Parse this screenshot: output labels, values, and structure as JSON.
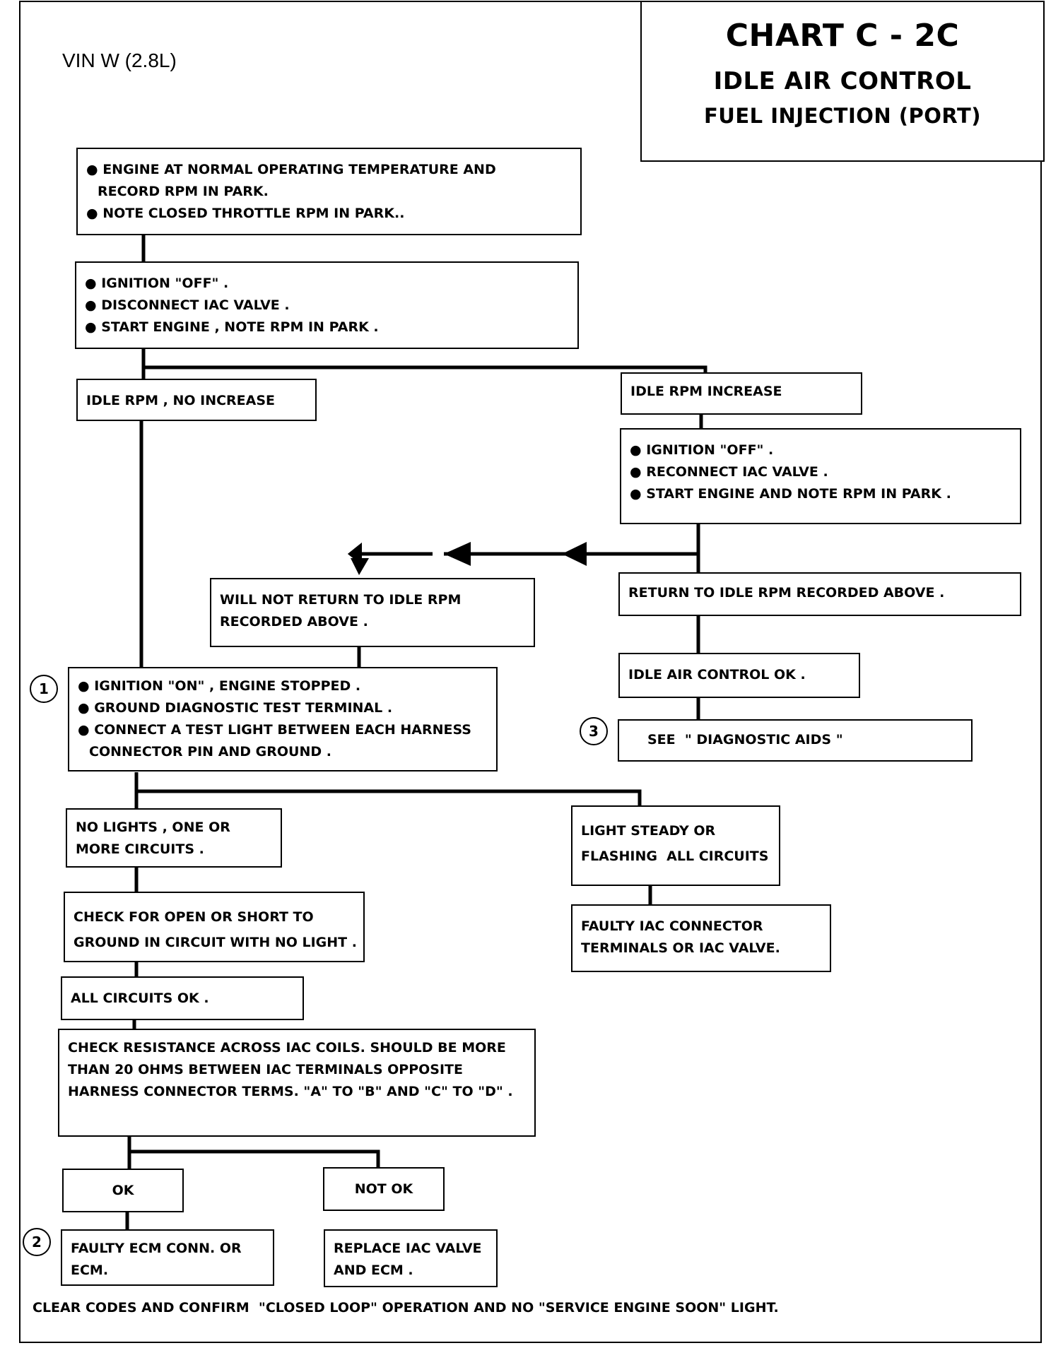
{
  "header": {
    "chart_title": "CHART C - 2C",
    "subtitle": "IDLE AIR CONTROL",
    "subtitle2": "FUEL INJECTION (PORT)",
    "vin": "VIN W (2.8L)"
  },
  "boxes": {
    "engine_temp": [
      "ENGINE AT NORMAL OPERATING TEMPERATURE AND",
      "RECORD RPM IN PARK.",
      "NOTE CLOSED THROTTLE RPM IN PARK.."
    ],
    "disconnect_iac": [
      "IGNITION \"OFF\" .",
      "DISCONNECT IAC VALVE .",
      "START ENGINE , NOTE RPM IN PARK ."
    ],
    "no_increase": [
      "IDLE RPM , NO INCREASE"
    ],
    "rpm_increase": [
      "IDLE RPM INCREASE"
    ],
    "reconnect_iac": [
      "IGNITION \"OFF\" .",
      "RECONNECT IAC VALVE .",
      "START ENGINE AND NOTE RPM IN PARK ."
    ],
    "will_not_return": [
      "WILL NOT RETURN TO IDLE RPM",
      "RECORDED ABOVE ."
    ],
    "return_idle": [
      "RETURN TO IDLE RPM RECORDED ABOVE ."
    ],
    "iac_ok": [
      "IDLE AIR CONTROL OK ."
    ],
    "diag_aids": [
      "SEE  \" DIAGNOSTIC AIDS \""
    ],
    "test_light": [
      "IGNITION \"ON\" , ENGINE STOPPED .",
      "GROUND DIAGNOSTIC TEST TERMINAL .",
      "CONNECT A TEST LIGHT BETWEEN EACH HARNESS",
      "CONNECTOR PIN AND GROUND ."
    ],
    "no_lights": [
      "NO LIGHTS , ONE OR",
      "MORE CIRCUITS ."
    ],
    "light_steady": [
      "LIGHT STEADY OR",
      "FLASHING  ALL CIRCUITS"
    ],
    "check_open": [
      "CHECK FOR OPEN OR SHORT TO",
      "GROUND IN CIRCUIT WITH NO LIGHT ."
    ],
    "faulty_iac": [
      "FAULTY IAC CONNECTOR",
      "TERMINALS OR IAC VALVE."
    ],
    "all_ok": [
      "ALL CIRCUITS OK ."
    ],
    "check_resistance": [
      "CHECK RESISTANCE ACROSS IAC COILS. SHOULD BE MORE",
      "THAN 20 OHMS BETWEEN IAC TERMINALS OPPOSITE",
      "HARNESS CONNECTOR TERMS. \"A\" TO \"B\" AND \"C\" TO \"D\" ."
    ],
    "ok": [
      "OK"
    ],
    "not_ok": [
      "NOT OK"
    ],
    "faulty_ecm": [
      "FAULTY ECM CONN. OR",
      "ECM."
    ],
    "replace_iac": [
      "REPLACE IAC VALVE",
      "AND ECM ."
    ]
  },
  "markers": {
    "m1": "1",
    "m2": "2",
    "m3": "3"
  },
  "footer": "CLEAR CODES AND CONFIRM  \"CLOSED LOOP\" OPERATION AND NO \"SERVICE ENGINE SOON\" LIGHT.",
  "colors": {
    "ink": "#000000",
    "paper": "#ffffff"
  }
}
